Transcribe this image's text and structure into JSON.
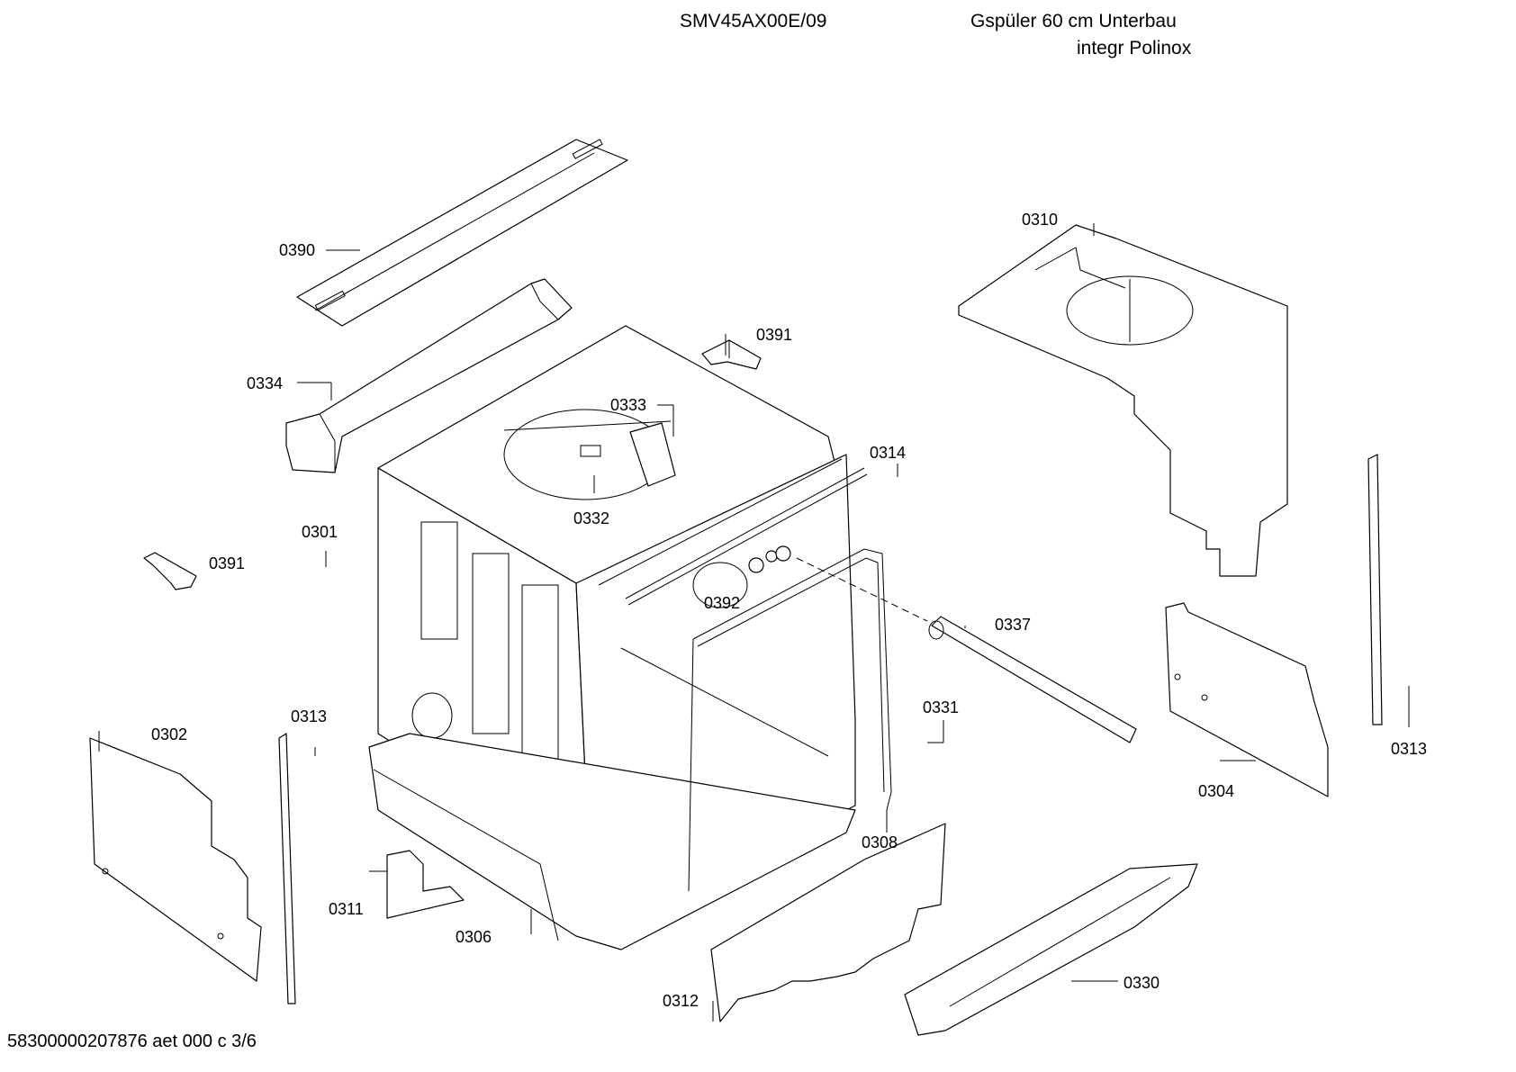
{
  "header": {
    "model": "SMV45AX00E/09",
    "description_line1": "Gspüler 60 cm Unterbau",
    "description_line2": "integr Polinox"
  },
  "footer": {
    "doc_id": "58300000207876 aet 000 c 3/6"
  },
  "callouts": {
    "c0390": "0390",
    "c0334": "0334",
    "c0391a": "0391",
    "c0391b": "0391",
    "c0333": "0333",
    "c0332": "0332",
    "c0314": "0314",
    "c0301": "0301",
    "c0310": "0310",
    "c0392": "0392",
    "c0337": "0337",
    "c0331": "0331",
    "c0313a": "0313",
    "c0313b": "0313",
    "c0302": "0302",
    "c0304": "0304",
    "c0308": "0308",
    "c0311": "0311",
    "c0306": "0306",
    "c0312": "0312",
    "c0330": "0330"
  }
}
